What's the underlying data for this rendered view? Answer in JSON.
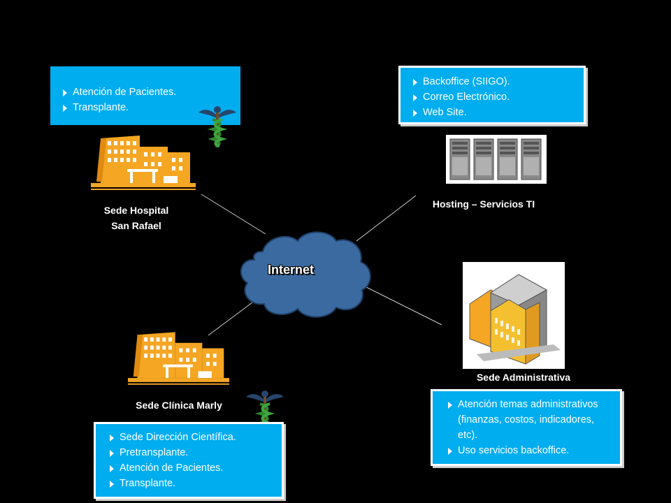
{
  "cloud": {
    "label": "Internet",
    "color": "#3a6aa0"
  },
  "sites": {
    "hospital": {
      "name_line1": "Sede Hospital",
      "name_line2": "San Rafael",
      "items": [
        "Atención de Pacientes.",
        "Transplante."
      ]
    },
    "hosting": {
      "name": "Hosting – Servicios TI",
      "items": [
        "Backoffice (SIIGO).",
        "Correo Electrónico.",
        "Web Site."
      ]
    },
    "admin": {
      "name": "Sede Administrativa",
      "items": [
        "Atención temas administrativos (finanzas, costos, indicadores, etc).",
        "Uso servicios backoffice."
      ]
    },
    "clinica": {
      "name": "Sede Clínica Marly",
      "items": [
        "Sede Dirección Científica.",
        "Pretransplante.",
        "Atención de Pacientes.",
        "Transplante."
      ]
    }
  },
  "colors": {
    "box": "#00adef",
    "building": "#f5a623",
    "background": "#000000"
  },
  "icons": [
    "hospital-building-icon",
    "caduceus-icon",
    "server-rack-icon",
    "office-building-icon"
  ]
}
